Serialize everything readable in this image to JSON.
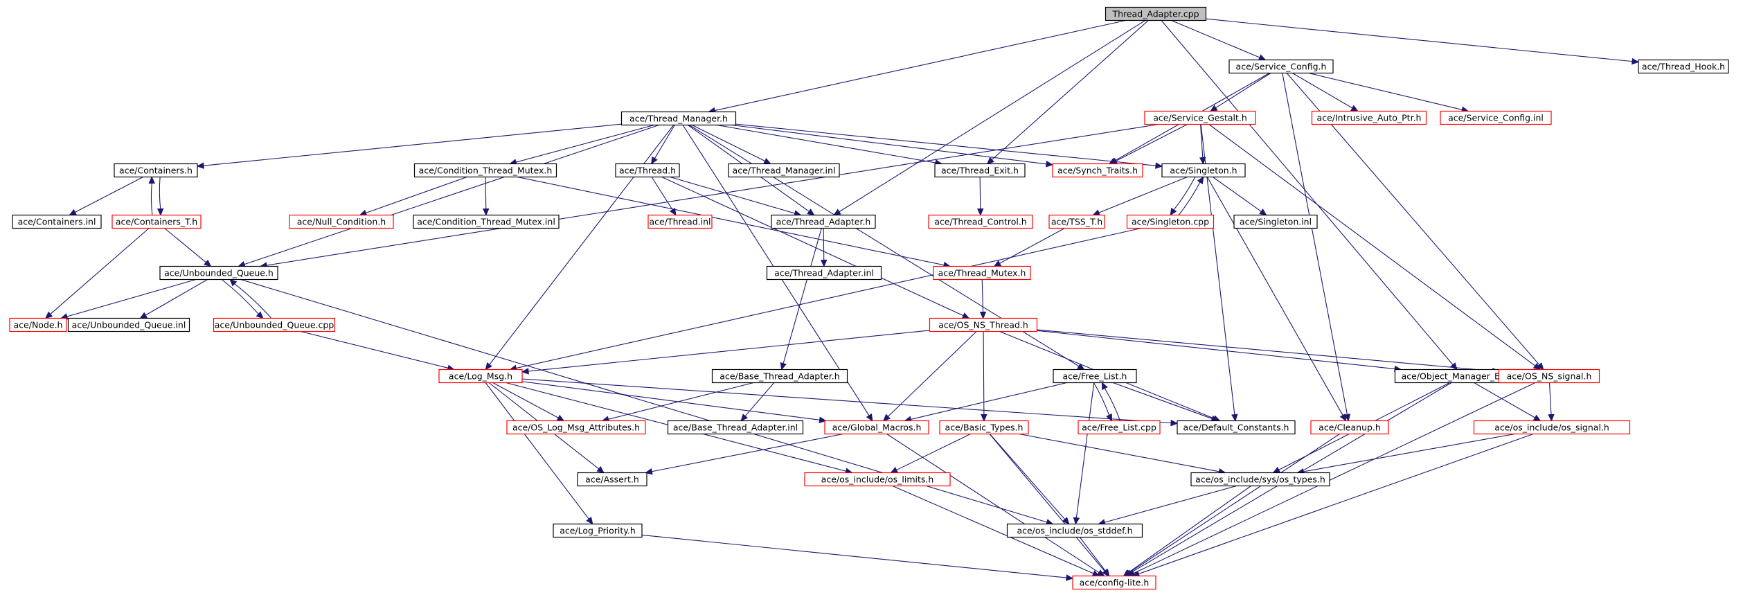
{
  "colors": {
    "root_fill": "#bfbfbf",
    "root_border": "#000000",
    "documented_border": "#000000",
    "undocumented_border": "#ff0000",
    "edge": "#191970"
  },
  "nodes": [
    {
      "id": "root",
      "label": "Thread_Adapter.cpp",
      "style": "root"
    },
    {
      "id": "service_config_h",
      "label": "ace/Service_Config.h",
      "style": "black"
    },
    {
      "id": "thread_hook_h",
      "label": "ace/Thread_Hook.h",
      "style": "black"
    },
    {
      "id": "thread_manager_h",
      "label": "ace/Thread_Manager.h",
      "style": "black"
    },
    {
      "id": "service_gestalt_h",
      "label": "ace/Service_Gestalt.h",
      "style": "red"
    },
    {
      "id": "intrusive_auto_ptr_h",
      "label": "ace/Intrusive_Auto_Ptr.h",
      "style": "red"
    },
    {
      "id": "service_config_inl",
      "label": "ace/Service_Config.inl",
      "style": "red"
    },
    {
      "id": "containers_h",
      "label": "ace/Containers.h",
      "style": "black"
    },
    {
      "id": "condition_thread_mutex_h",
      "label": "ace/Condition_Thread_Mutex.h",
      "style": "black"
    },
    {
      "id": "thread_h",
      "label": "ace/Thread.h",
      "style": "black"
    },
    {
      "id": "thread_manager_inl",
      "label": "ace/Thread_Manager.inl",
      "style": "black"
    },
    {
      "id": "thread_exit_h",
      "label": "ace/Thread_Exit.h",
      "style": "black"
    },
    {
      "id": "synch_traits_h",
      "label": "ace/Synch_Traits.h",
      "style": "red"
    },
    {
      "id": "singleton_h",
      "label": "ace/Singleton.h",
      "style": "black"
    },
    {
      "id": "containers_inl",
      "label": "ace/Containers.inl",
      "style": "black"
    },
    {
      "id": "containers_t_h",
      "label": "ace/Containers_T.h",
      "style": "red"
    },
    {
      "id": "null_condition_h",
      "label": "ace/Null_Condition.h",
      "style": "red"
    },
    {
      "id": "condition_thread_mutex_inl",
      "label": "ace/Condition_Thread_Mutex.inl",
      "style": "black"
    },
    {
      "id": "thread_inl",
      "label": "ace/Thread.inl",
      "style": "red"
    },
    {
      "id": "thread_adapter_h",
      "label": "ace/Thread_Adapter.h",
      "style": "black"
    },
    {
      "id": "thread_control_h",
      "label": "ace/Thread_Control.h",
      "style": "red"
    },
    {
      "id": "tss_t_h",
      "label": "ace/TSS_T.h",
      "style": "red"
    },
    {
      "id": "singleton_cpp",
      "label": "ace/Singleton.cpp",
      "style": "red"
    },
    {
      "id": "singleton_inl",
      "label": "ace/Singleton.inl",
      "style": "black"
    },
    {
      "id": "unbounded_queue_h",
      "label": "ace/Unbounded_Queue.h",
      "style": "black"
    },
    {
      "id": "thread_adapter_inl",
      "label": "ace/Thread_Adapter.inl",
      "style": "black"
    },
    {
      "id": "thread_mutex_h",
      "label": "ace/Thread_Mutex.h",
      "style": "red"
    },
    {
      "id": "node_h",
      "label": "ace/Node.h",
      "style": "red"
    },
    {
      "id": "unbounded_queue_inl",
      "label": "ace/Unbounded_Queue.inl",
      "style": "black"
    },
    {
      "id": "unbounded_queue_cpp",
      "label": "ace/Unbounded_Queue.cpp",
      "style": "red"
    },
    {
      "id": "os_ns_thread_h",
      "label": "ace/OS_NS_Thread.h",
      "style": "red"
    },
    {
      "id": "log_msg_h",
      "label": "ace/Log_Msg.h",
      "style": "red"
    },
    {
      "id": "base_thread_adapter_h",
      "label": "ace/Base_Thread_Adapter.h",
      "style": "black"
    },
    {
      "id": "free_list_h",
      "label": "ace/Free_List.h",
      "style": "black"
    },
    {
      "id": "object_manager_base_h",
      "label": "ace/Object_Manager_Base.h",
      "style": "black"
    },
    {
      "id": "os_ns_signal_h",
      "label": "ace/OS_NS_signal.h",
      "style": "red"
    },
    {
      "id": "os_log_msg_attributes_h",
      "label": "ace/OS_Log_Msg_Attributes.h",
      "style": "red"
    },
    {
      "id": "base_thread_adapter_inl",
      "label": "ace/Base_Thread_Adapter.inl",
      "style": "black"
    },
    {
      "id": "global_macros_h",
      "label": "ace/Global_Macros.h",
      "style": "red"
    },
    {
      "id": "basic_types_h",
      "label": "ace/Basic_Types.h",
      "style": "red"
    },
    {
      "id": "free_list_cpp",
      "label": "ace/Free_List.cpp",
      "style": "red"
    },
    {
      "id": "default_constants_h",
      "label": "ace/Default_Constants.h",
      "style": "black"
    },
    {
      "id": "cleanup_h",
      "label": "ace/Cleanup.h",
      "style": "red"
    },
    {
      "id": "os_include_os_signal_h",
      "label": "ace/os_include/os_signal.h",
      "style": "red"
    },
    {
      "id": "assert_h",
      "label": "ace/Assert.h",
      "style": "black"
    },
    {
      "id": "os_include_os_limits_h",
      "label": "ace/os_include/os_limits.h",
      "style": "red"
    },
    {
      "id": "os_include_sys_os_types_h",
      "label": "ace/os_include/sys/os_types.h",
      "style": "black"
    },
    {
      "id": "log_priority_h",
      "label": "ace/Log_Priority.h",
      "style": "black"
    },
    {
      "id": "os_include_os_stddef_h",
      "label": "ace/os_include/os_stddef.h",
      "style": "black"
    },
    {
      "id": "config_lite_h",
      "label": "ace/config-lite.h",
      "style": "red"
    }
  ],
  "edges": [
    [
      "root",
      "service_config_h"
    ],
    [
      "root",
      "thread_hook_h"
    ],
    [
      "root",
      "thread_manager_h"
    ],
    [
      "root",
      "thread_adapter_h"
    ],
    [
      "root",
      "thread_exit_h"
    ],
    [
      "root",
      "object_manager_base_h"
    ],
    [
      "service_config_h",
      "service_gestalt_h"
    ],
    [
      "service_config_h",
      "intrusive_auto_ptr_h"
    ],
    [
      "service_config_h",
      "service_config_inl"
    ],
    [
      "service_config_h",
      "synch_traits_h"
    ],
    [
      "service_config_h",
      "os_ns_signal_h"
    ],
    [
      "service_config_h",
      "cleanup_h"
    ],
    [
      "service_gestalt_h",
      "synch_traits_h"
    ],
    [
      "service_gestalt_h",
      "singleton_h"
    ],
    [
      "service_gestalt_h",
      "unbounded_queue_h"
    ],
    [
      "service_gestalt_h",
      "default_constants_h"
    ],
    [
      "service_gestalt_h",
      "os_ns_signal_h"
    ],
    [
      "thread_manager_h",
      "containers_h"
    ],
    [
      "thread_manager_h",
      "condition_thread_mutex_h"
    ],
    [
      "thread_manager_h",
      "thread_h"
    ],
    [
      "thread_manager_h",
      "thread_manager_inl"
    ],
    [
      "thread_manager_h",
      "thread_exit_h"
    ],
    [
      "thread_manager_h",
      "synch_traits_h"
    ],
    [
      "thread_manager_h",
      "singleton_h"
    ],
    [
      "thread_manager_h",
      "thread_adapter_h"
    ],
    [
      "thread_manager_h",
      "unbounded_queue_h"
    ],
    [
      "thread_manager_h",
      "log_msg_h"
    ],
    [
      "thread_manager_h",
      "free_list_h"
    ],
    [
      "thread_manager_h",
      "global_macros_h"
    ],
    [
      "containers_h",
      "containers_inl"
    ],
    [
      "containers_h",
      "containers_t_h"
    ],
    [
      "containers_t_h",
      "containers_h"
    ],
    [
      "containers_t_h",
      "unbounded_queue_h"
    ],
    [
      "containers_t_h",
      "node_h"
    ],
    [
      "condition_thread_mutex_h",
      "null_condition_h"
    ],
    [
      "condition_thread_mutex_h",
      "condition_thread_mutex_inl"
    ],
    [
      "condition_thread_mutex_h",
      "thread_mutex_h"
    ],
    [
      "thread_h",
      "thread_inl"
    ],
    [
      "thread_h",
      "thread_adapter_h"
    ],
    [
      "thread_h",
      "os_ns_thread_h"
    ],
    [
      "thread_exit_h",
      "thread_control_h"
    ],
    [
      "singleton_h",
      "tss_t_h"
    ],
    [
      "singleton_h",
      "singleton_cpp"
    ],
    [
      "singleton_h",
      "singleton_inl"
    ],
    [
      "singleton_h",
      "cleanup_h"
    ],
    [
      "singleton_cpp",
      "singleton_h"
    ],
    [
      "singleton_cpp",
      "log_msg_h"
    ],
    [
      "tss_t_h",
      "thread_mutex_h"
    ],
    [
      "thread_adapter_h",
      "thread_adapter_inl"
    ],
    [
      "thread_adapter_h",
      "base_thread_adapter_h"
    ],
    [
      "thread_mutex_h",
      "os_ns_thread_h"
    ],
    [
      "unbounded_queue_h",
      "node_h"
    ],
    [
      "unbounded_queue_h",
      "unbounded_queue_inl"
    ],
    [
      "unbounded_queue_h",
      "unbounded_queue_cpp"
    ],
    [
      "unbounded_queue_h",
      "os_include_os_stddef_h"
    ],
    [
      "unbounded_queue_cpp",
      "unbounded_queue_h"
    ],
    [
      "unbounded_queue_cpp",
      "log_msg_h"
    ],
    [
      "os_ns_thread_h",
      "log_msg_h"
    ],
    [
      "os_ns_thread_h",
      "global_macros_h"
    ],
    [
      "os_ns_thread_h",
      "basic_types_h"
    ],
    [
      "os_ns_thread_h",
      "default_constants_h"
    ],
    [
      "os_ns_thread_h",
      "object_manager_base_h"
    ],
    [
      "os_ns_thread_h",
      "os_ns_signal_h"
    ],
    [
      "log_msg_h",
      "os_log_msg_attributes_h"
    ],
    [
      "log_msg_h",
      "global_macros_h"
    ],
    [
      "log_msg_h",
      "default_constants_h"
    ],
    [
      "log_msg_h",
      "assert_h"
    ],
    [
      "log_msg_h",
      "os_include_os_limits_h"
    ],
    [
      "log_msg_h",
      "log_priority_h"
    ],
    [
      "base_thread_adapter_h",
      "os_log_msg_attributes_h"
    ],
    [
      "base_thread_adapter_h",
      "base_thread_adapter_inl"
    ],
    [
      "free_list_h",
      "global_macros_h"
    ],
    [
      "free_list_h",
      "free_list_cpp"
    ],
    [
      "free_list_h",
      "default_constants_h"
    ],
    [
      "free_list_h",
      "os_include_os_stddef_h"
    ],
    [
      "free_list_cpp",
      "free_list_h"
    ],
    [
      "object_manager_base_h",
      "os_include_os_signal_h"
    ],
    [
      "object_manager_base_h",
      "os_include_sys_os_types_h"
    ],
    [
      "object_manager_base_h",
      "config_lite_h"
    ],
    [
      "os_ns_signal_h",
      "os_include_os_signal_h"
    ],
    [
      "os_ns_signal_h",
      "config_lite_h"
    ],
    [
      "global_macros_h",
      "assert_h"
    ],
    [
      "global_macros_h",
      "config_lite_h"
    ],
    [
      "basic_types_h",
      "os_include_os_limits_h"
    ],
    [
      "basic_types_h",
      "os_include_sys_os_types_h"
    ],
    [
      "basic_types_h",
      "os_include_os_stddef_h"
    ],
    [
      "basic_types_h",
      "config_lite_h"
    ],
    [
      "cleanup_h",
      "config_lite_h"
    ],
    [
      "os_include_os_signal_h",
      "os_include_sys_os_types_h"
    ],
    [
      "os_include_os_signal_h",
      "config_lite_h"
    ],
    [
      "os_include_os_limits_h",
      "config_lite_h"
    ],
    [
      "os_include_sys_os_types_h",
      "os_include_os_stddef_h"
    ],
    [
      "os_include_sys_os_types_h",
      "config_lite_h"
    ],
    [
      "log_priority_h",
      "config_lite_h"
    ],
    [
      "os_include_os_stddef_h",
      "config_lite_h"
    ]
  ]
}
